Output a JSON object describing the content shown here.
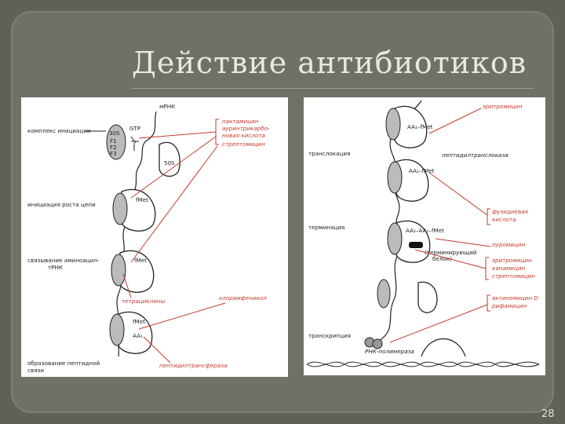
{
  "title": "Действие антибиотиков",
  "page_number": "28",
  "left_panel": {
    "mrna": "мРНК",
    "gtp": "GTP",
    "s30": "30S",
    "s50": "50S",
    "f1": "F1",
    "f2": "F2",
    "f3": "F3",
    "fmet1": "fMet",
    "fmet2": "fMet",
    "fmet3": "fMet",
    "aa1": "AA₁",
    "aa_small": "AA₁",
    "stage_initiation_complex": "комплекс инициации",
    "stage_initiation_growth": "инициация роста цепи",
    "stage_binding_1": "связывание аминоацил-",
    "stage_binding_2": "тРНК",
    "stage_peptide_1": "образование пептидной",
    "stage_peptide_2": "связи",
    "ab_pactamycin": "пактамицин",
    "ab_aurin_1": "ауринтрикарбо-",
    "ab_aurin_2": "новая кислота",
    "ab_streptomycin": "стрептомицин",
    "ab_tetracyclines": "тетрациклины",
    "ab_chloramphenicol": "хлорамфеникол",
    "peptidyl_transferase": "пептидилтрансфераза"
  },
  "right_panel": {
    "erythromycin": "эритромицин",
    "peptidyltranslocase": "пептидилтранслоказа",
    "translocation": "транслокация",
    "termination": "терминация",
    "transcription": "транскрипция",
    "aa1_fmet": "AA₁–fMet",
    "aa1_fmet_b": "AA₁–fMet",
    "aa2_chain": "AA₂–AA₁–fMet",
    "fusidic_1": "фузидиевая",
    "fusidic_2": "кислота",
    "puromycin": "пуромицин",
    "term_protein_1": "(терминирующий",
    "term_protein_2": "белок)",
    "erythro2": "эритромицин",
    "kanamycin": "канамицин",
    "streptomycin": "стрептомицин",
    "actinomycin": "актиномицин D",
    "rifamycin": "рифамицин",
    "rna_polymerase": "РНК-полимераза"
  }
}
